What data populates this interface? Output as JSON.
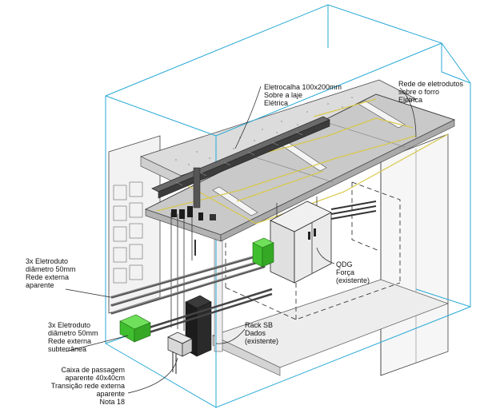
{
  "labels": {
    "eletrocalha": [
      "Eletrocalha 100x200mm",
      "Sobre a laje",
      "Elétrica"
    ],
    "rede_eletrodutos": [
      "Rede de eletrodutos",
      "sobre o forro",
      "Elétrica"
    ],
    "eletroduto_aparente": [
      "3x Eletroduto",
      "diâmetro 50mm",
      "Rede externa",
      "aparente"
    ],
    "eletroduto_subterranea": [
      "3x Eletroduto",
      "diâmetro 50mm",
      "Rede externa",
      "subterrânea"
    ],
    "qdg": [
      "QDG",
      "Força",
      "(existente)"
    ],
    "rack": [
      "Rack SB",
      "Dados",
      "(existente)"
    ],
    "caixa": [
      "Caixa de passagem",
      "aparente 40x40cm",
      "Transição rede externa",
      "aparente",
      "Nota 18"
    ]
  },
  "colors": {
    "bounding_box": "#29a9d6",
    "slab": "#c9c9c9",
    "green_box": "#3fbf2f",
    "rack": "#1c1c1c",
    "panel": "#e8e8e8",
    "conduit": "#7a7a7a",
    "leader": "#222222",
    "yellow_conduit": "#d8c84a"
  }
}
